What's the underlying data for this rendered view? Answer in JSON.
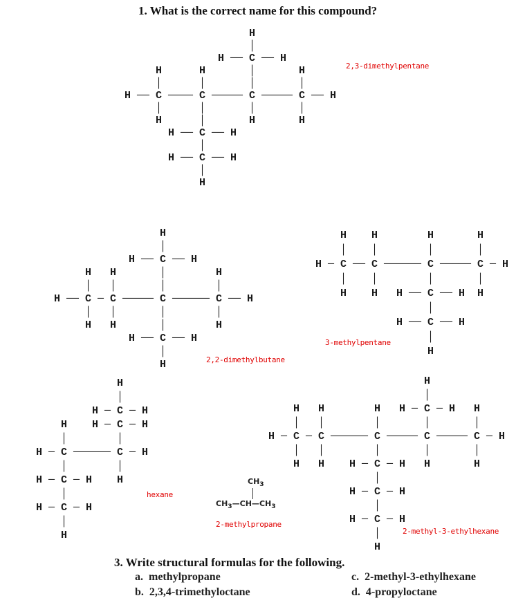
{
  "question1": "1. What is the correct name for this compound?",
  "structures": {
    "s1": "                    H\n                    │\n               H ── C ── H\n     H      H       │       H\n     │      │       │       │\nH ── C ──── C ───── C ───── C ── H\n     │      │       │       │\n     H      │       H       H\n       H ── C ── H\n            │\n       H ── C ── H\n            │\n            H",
    "s2": "                 H\n                 │\n            H ── C ── H\n     H   H       │        H\n     │   │       │        │\nH ── C ─ C ───── C ────── C ── H\n     │   │       │        │\n     H   H       │        H\n            H ── C ── H\n                 │\n                 H",
    "s3": "    H    H        H       H\n    │    │        │       │\nH ─ C ── C ────── C ───── C ─ H\n    │    │        │       │\n    H    H   H ── C ── H  H\n                  │\n             H ── C ── H\n                  │\n                  H",
    "s4": "             H\n             │\n         H ─ C ─ H\n    H    H ─ C ─ H\n    │        │\nH ─ C ────── C ─ H\n    │        │\nH ─ C ─ H    H\n    │\nH ─ C ─ H\n    │\n    H",
    "s5": "                         H\n                         │\n    H   H        H   H ─ C ─ H   H\n    │   │        │       │       │\nH ─ C ─ C ────── C ───── C ───── C ─ H\n    │   │        │       │       │\n    H   H    H ─ C ─ H   H       H\n                 │\n             H ─ C ─ H\n                 │\n             H ─ C ─ H\n                 │\n                 H"
  },
  "answers": {
    "a1": "2,3-dimethylpentane",
    "a2": "2,2-dimethylbutane",
    "a3": "3-methylpentane",
    "a4": "hexane",
    "a5": "2-methylpropane",
    "a6": "2-methyl-3-ethylhexane"
  },
  "condensed": {
    "top": "CH",
    "top_sub": "3",
    "left": "CH",
    "left_sub": "3",
    "middle": "—CH—",
    "right": "CH",
    "right_sub": "3"
  },
  "question3": {
    "title": "3. Write structural formulas for the following.",
    "items": [
      {
        "letter": "a.",
        "text": "methylpropane"
      },
      {
        "letter": "b.",
        "text": "2,3,4-trimethyloctane"
      },
      {
        "letter": "c.",
        "text": "2-methyl-3-ethylhexane"
      },
      {
        "letter": "d.",
        "text": "4-propyloctane"
      }
    ]
  },
  "colors": {
    "answer": "#e00000"
  }
}
